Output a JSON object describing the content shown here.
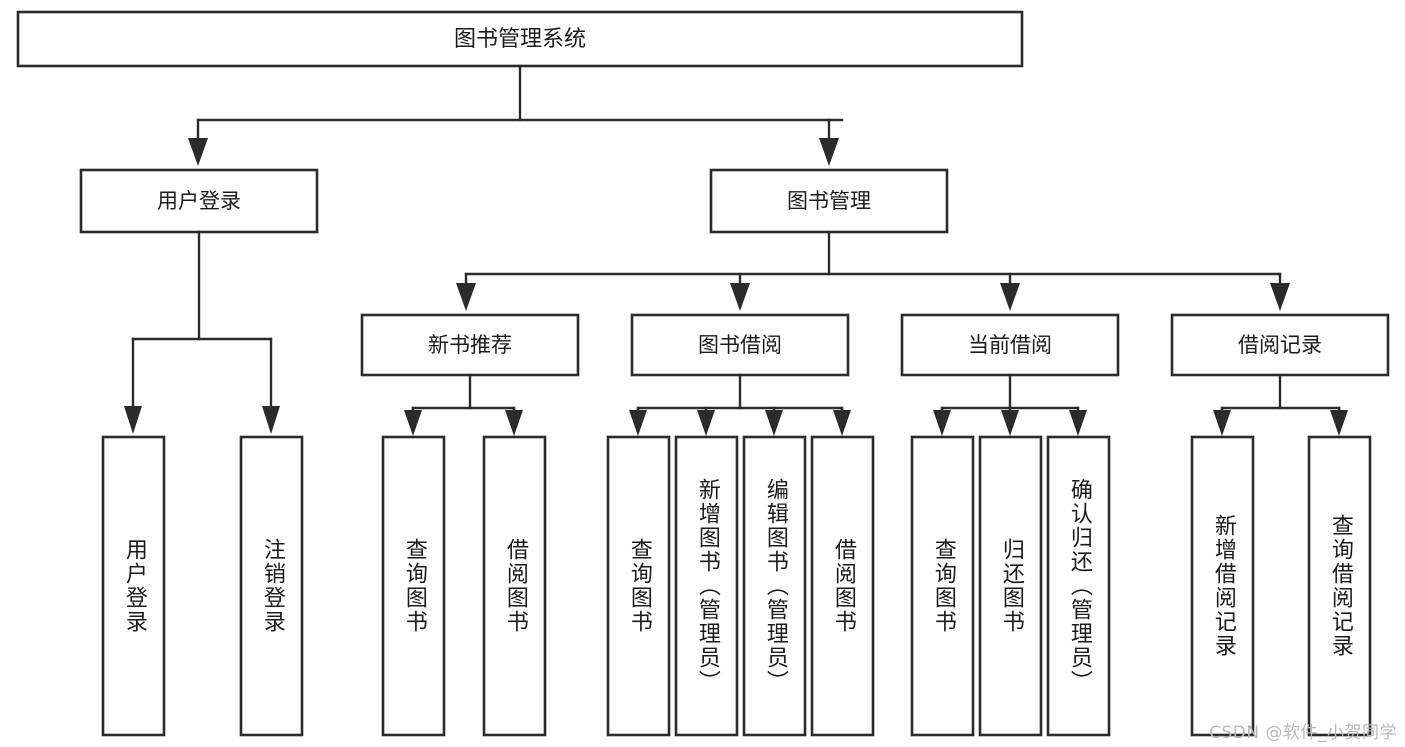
{
  "diagram": {
    "type": "tree-hierarchy",
    "title": "图书管理系统",
    "orientation": "top-down",
    "colors": {
      "box_stroke": "#2b2b2b",
      "box_fill": "#ffffff",
      "connector": "#2b2b2b",
      "text": "#1b1b1b",
      "background": "#ffffff",
      "watermark": "#b9b9b9"
    },
    "levels": {
      "root": {
        "label": "图书管理系统"
      },
      "level2": [
        {
          "label": "用户登录"
        },
        {
          "label": "图书管理"
        }
      ],
      "level3": [
        {
          "label": "新书推荐"
        },
        {
          "label": "图书借阅"
        },
        {
          "label": "当前借阅"
        },
        {
          "label": "借阅记录"
        }
      ]
    },
    "leaves": {
      "user_login": [
        {
          "label": "用户登录"
        },
        {
          "label": "注销登录"
        }
      ],
      "new_book_recommend": [
        {
          "label": "查询图书"
        },
        {
          "label": "借阅图书"
        }
      ],
      "book_borrow": [
        {
          "label": "查询图书"
        },
        {
          "label": "新增图书（管理员）"
        },
        {
          "label": "编辑图书（管理员）"
        },
        {
          "label": "借阅图书"
        }
      ],
      "current_borrow": [
        {
          "label": "查询图书"
        },
        {
          "label": "归还图书"
        },
        {
          "label": "确认归还（管理员）"
        }
      ],
      "borrow_record": [
        {
          "label": "新增借阅记录"
        },
        {
          "label": "查询借阅记录"
        }
      ]
    }
  },
  "watermark": {
    "text": "CSDN @软件_小贺同学"
  }
}
